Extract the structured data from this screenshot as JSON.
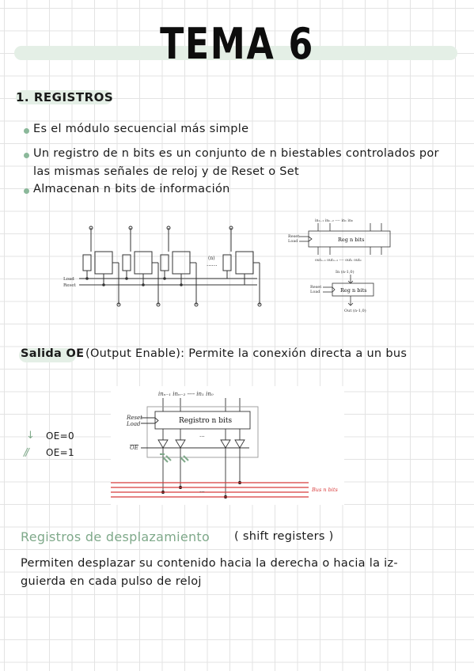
{
  "title": "TEMA 6",
  "section1": {
    "heading": "1. REGISTROS"
  },
  "bullets": [
    "Es el módulo secuencial más simple",
    "Un registro de n bits es un conjunto de n biestables controlados por",
    "las mismas señales de reloj y de Reset o Set",
    "Almacenan n bits de información"
  ],
  "diagram1": {
    "load_label": "Load",
    "reset_label": "Reset",
    "dots": "......",
    "n_label": "(n)"
  },
  "diagram2": {
    "top_in_labels": "inₙ₋₁ inₙ₋₂ ---- in₁ in₀",
    "reset": "Reset",
    "load": "Load",
    "box_label": "Reg n bits",
    "bottom_out_labels": "outₙ₋₁ outₙ₋₂ ---- out₁ out₀"
  },
  "diagram3": {
    "in_label": "In (n-1,0)",
    "reset": "Reset",
    "load": "Load",
    "box_label": "Reg n bits",
    "out_label": "Out (n-1,0)"
  },
  "oe": {
    "label": "Salida OE",
    "rest": "(Output Enable): Permite la conexión directa a un bus"
  },
  "legend": {
    "line1": "OE=0",
    "line2": "OE=1"
  },
  "diagram4": {
    "in_labels": "inₙ₋₁  inₙ₋₂  ----  in₁  in₀",
    "reset": "Reset",
    "load": "Load",
    "box_label": "Registro n bits",
    "oe_label": "OE",
    "dots": "...",
    "bus_label": "Bus n bits"
  },
  "shift": {
    "heading": "Registros de desplazamiento",
    "sub": "( shift registers )",
    "line1": "Permiten desplazar su contenido hacia la derecha o hacia la iz-",
    "line2": "guierda en cada pulso de reloj"
  },
  "colors": {
    "accent_green": "#8bb89a",
    "band_green": "#e4efe6",
    "bus_red": "#d83a3a"
  }
}
